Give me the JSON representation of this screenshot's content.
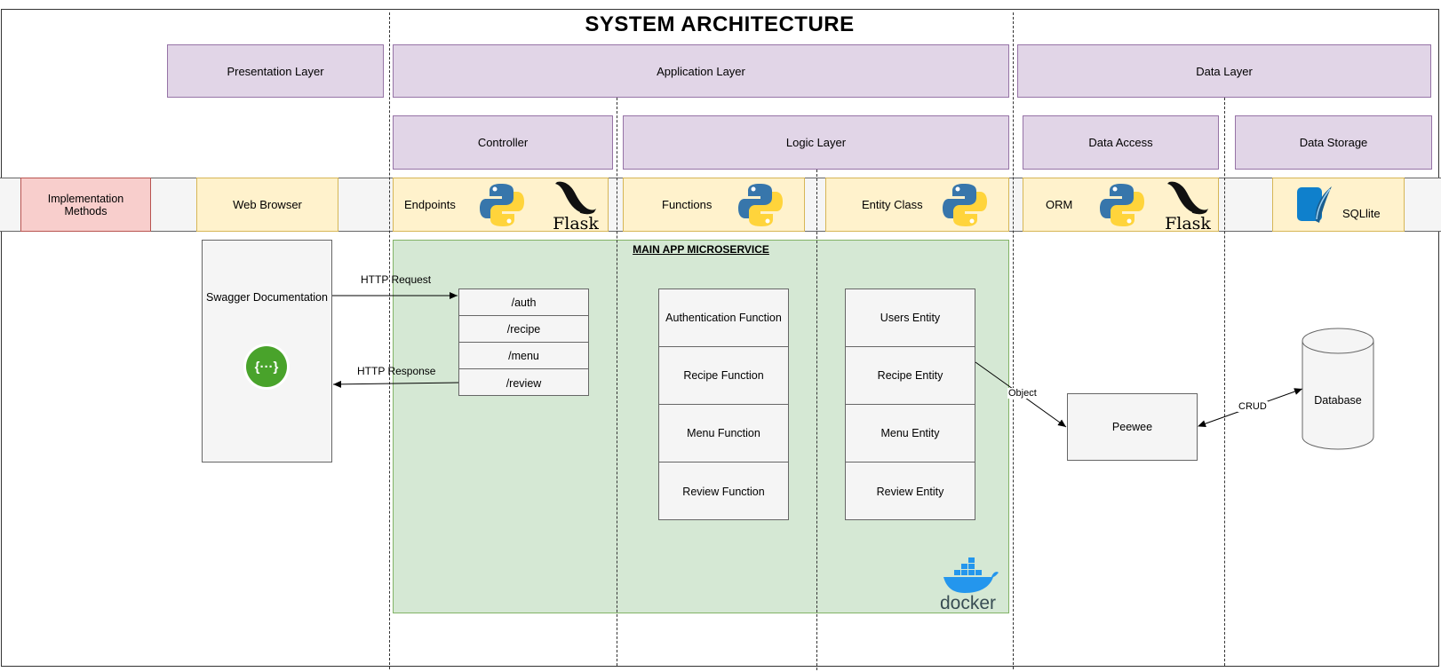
{
  "title": "SYSTEM ARCHITECTURE",
  "layers": {
    "presentation": "Presentation Layer",
    "application": "Application Layer",
    "data": "Data Layer"
  },
  "sublayers": {
    "controller": "Controller",
    "logic": "Logic Layer",
    "data_access": "Data Access",
    "data_storage": "Data Storage"
  },
  "implementation": {
    "label": "Implementation Methods",
    "web_browser": "Web Browser",
    "endpoints": "Endpoints",
    "functions": "Functions",
    "entity_class": "Entity Class",
    "orm": "ORM",
    "sqlite": "SQLlite",
    "flask_text": "Flask"
  },
  "swagger": {
    "label": "Swagger Documentation",
    "icon_text": "{···}"
  },
  "microservice": {
    "title": "MAIN APP MICROSERVICE",
    "docker_text": "docker"
  },
  "endpoints": [
    "/auth",
    "/recipe",
    "/menu",
    "/review"
  ],
  "functions": [
    "Authentication Function",
    "Recipe Function",
    "Menu Function",
    "Review Function"
  ],
  "entities": [
    "Users Entity",
    "Recipe Entity",
    "Menu Entity",
    "Review Entity"
  ],
  "peewee": "Peewee",
  "database": "Database",
  "edges": {
    "http_request": "HTTP Request",
    "http_response": "HTTP Response",
    "object": "Object",
    "crud": "CRUD"
  },
  "colors": {
    "layer_fill": "#e1d5e7",
    "impl_fill": "#f8cecc",
    "tech_fill": "#fff2cc",
    "microservice_fill": "#d5e8d4",
    "box_fill": "#f5f5f5",
    "python_blue": "#3776ab",
    "python_yellow": "#ffd43b",
    "swagger_green": "#49a32b",
    "docker_blue": "#2496ed",
    "sqlite_blue": "#0f80cc"
  }
}
